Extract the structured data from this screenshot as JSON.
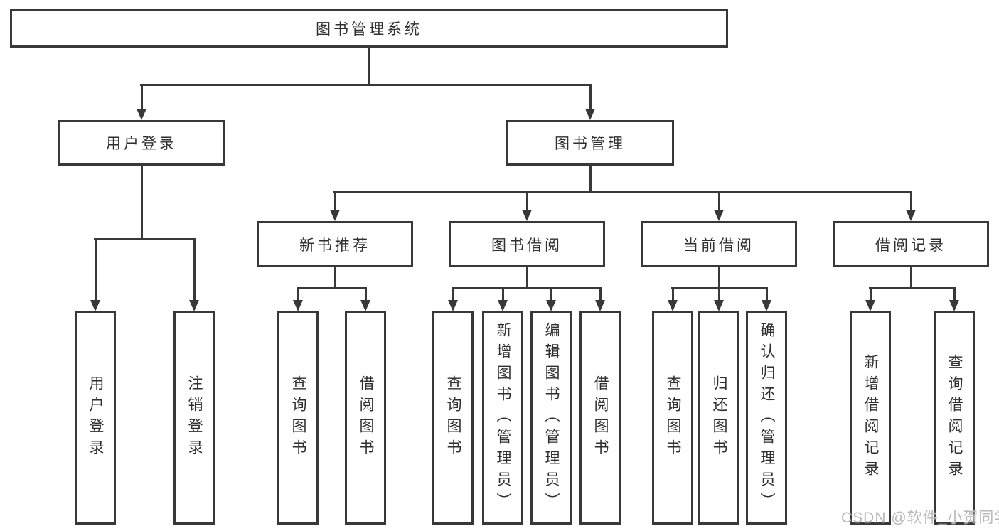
{
  "nodes": {
    "root": {
      "label": "图书管理系统"
    },
    "level2": [
      {
        "id": "user-login",
        "label": "用户登录"
      },
      {
        "id": "book-management",
        "label": "图书管理"
      }
    ],
    "level3": [
      {
        "id": "new-book-recommendation",
        "label": "新书推荐",
        "parent": "book-management"
      },
      {
        "id": "book-borrowing",
        "label": "图书借阅",
        "parent": "book-management"
      },
      {
        "id": "current-borrowing",
        "label": "当前借阅",
        "parent": "book-management"
      },
      {
        "id": "borrowing-records",
        "label": "借阅记录",
        "parent": "book-management"
      }
    ],
    "leaves": [
      {
        "label": "用户登录",
        "parent": "user-login"
      },
      {
        "label": "注销登录",
        "parent": "user-login"
      },
      {
        "label": "查询图书",
        "parent": "new-book-recommendation"
      },
      {
        "label": "借阅图书",
        "parent": "new-book-recommendation"
      },
      {
        "label": "查询图书",
        "parent": "book-borrowing"
      },
      {
        "label": "新增图书（管理员）",
        "parent": "book-borrowing"
      },
      {
        "label": "编辑图书（管理员）",
        "parent": "book-borrowing"
      },
      {
        "label": "借阅图书",
        "parent": "book-borrowing"
      },
      {
        "label": "查询图书",
        "parent": "current-borrowing"
      },
      {
        "label": "归还图书",
        "parent": "current-borrowing"
      },
      {
        "label": "确认归还（管理员）",
        "parent": "current-borrowing"
      },
      {
        "label": "新增借阅记录",
        "parent": "borrowing-records"
      },
      {
        "label": "查询借阅记录",
        "parent": "borrowing-records"
      }
    ]
  },
  "watermark": "CSDN @软件_小贺同学",
  "colors": {
    "line": "#383838",
    "text": "#2f2f2f",
    "watermark": "#b9b9b9",
    "background": "#ffffff"
  }
}
